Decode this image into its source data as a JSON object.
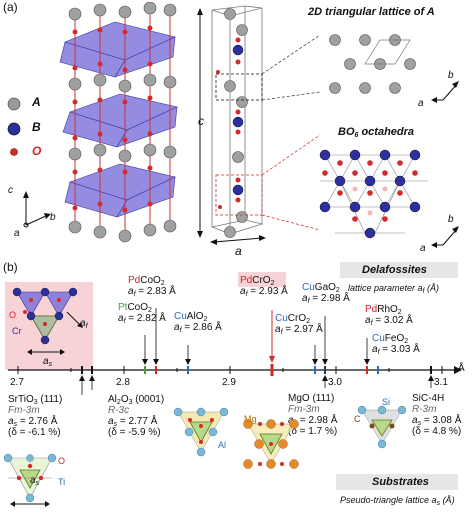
{
  "panel_a": {
    "label": "(a)",
    "legend": [
      {
        "symbol": "A",
        "color": "#8c8c8c"
      },
      {
        "symbol": "B",
        "color": "#2c2f9e"
      },
      {
        "symbol": "O",
        "color": "#d42a2a"
      }
    ],
    "axes_left": {
      "c": "c",
      "b": "b",
      "a": "a"
    },
    "cell_axes": {
      "c": "c",
      "a": "a"
    },
    "lattice_title": "2D triangular lattice of A",
    "lattice_axes": {
      "b": "b",
      "a": "a"
    },
    "octa_title_main": "BO",
    "octa_title_sub": "6",
    "octa_title_rest": " octahedra",
    "octa_axes": {
      "b": "b",
      "a": "a"
    }
  },
  "panel_b": {
    "label": "(b)",
    "delafossite_title": "Delafossites",
    "delafossite_sub": "lattice parameter a",
    "delafossite_sub_idx": "f",
    "delafossite_sub_unit": " (Å)",
    "substrate_title": "Substrates",
    "substrate_sub": "Pseudo-triangle lattice a",
    "substrate_sub_idx": "s",
    "substrate_sub_unit": " (Å)",
    "inset_labels": {
      "o": "O",
      "cr": "Cr",
      "af": "a",
      "af_sub": "f",
      "as": "a",
      "as_sub": "s"
    },
    "axis": {
      "ticks": [
        "2.7",
        "2.8",
        "2.9",
        "3.0",
        "3.1"
      ],
      "unit": "Å"
    },
    "delafossites": [
      {
        "pre": "Pt",
        "pre_color": "green",
        "post": "CoO",
        "sub": "2",
        "value": "a",
        "value_sub": "f",
        "value_text": " = 2.82 Å"
      },
      {
        "pre": "Pd",
        "pre_color": "red",
        "post": "CoO",
        "sub": "2",
        "value": "a",
        "value_sub": "f",
        "value_text": " = 2.83 Å"
      },
      {
        "pre": "Cu",
        "pre_color": "blue",
        "post": "AlO",
        "sub": "2",
        "value": "a",
        "value_sub": "f",
        "value_text": " = 2.86 Å"
      },
      {
        "pre": "Pd",
        "pre_color": "red",
        "post": "CrO",
        "sub": "2",
        "value": "a",
        "value_sub": "f",
        "value_text": " = 2.93 Å"
      },
      {
        "pre": "Cu",
        "pre_color": "blue",
        "post": "CrO",
        "sub": "2",
        "value": "a",
        "value_sub": "f",
        "value_text": " = 2.97 Å"
      },
      {
        "pre": "Cu",
        "pre_color": "blue",
        "post": "GaO",
        "sub": "2",
        "value": "a",
        "value_sub": "f",
        "value_text": " = 2.98 Å"
      },
      {
        "pre": "Pd",
        "pre_color": "red",
        "post": "RhO",
        "sub": "2",
        "value": "a",
        "value_sub": "f",
        "value_text": " = 3.02 Å"
      },
      {
        "pre": "Cu",
        "pre_color": "blue",
        "post": "FeO",
        "sub": "2",
        "value": "a",
        "value_sub": "f",
        "value_text": " = 3.03 Å"
      }
    ],
    "substrates": [
      {
        "name": "SrTiO",
        "sub": "3",
        "rest": " (111)",
        "group": "Fm-3m",
        "as_text": " = 2.76 Å",
        "delta": "(δ = -6.1 %)"
      },
      {
        "name": "Al",
        "sub": "2",
        "mid": "O",
        "sub2": "3",
        "rest": " (0001)",
        "group": "R-3c",
        "as_text": " = 2.77 Å",
        "delta": "(δ = -5.9 %)"
      },
      {
        "name": "MgO (111)",
        "group": "Fm-3m",
        "as_text": " = 2.98 Å",
        "delta": "(δ = 1.7 %)"
      },
      {
        "name": "SiC-4H",
        "group": "R-3m",
        "as_text": " = 3.08 Å",
        "delta": "(δ = 4.8 %)"
      }
    ],
    "substrate_inset_labels": {
      "sto": {
        "o": "O",
        "ti": "Ti",
        "a": "a",
        "a_sub": "s"
      },
      "al": {
        "al": "Al"
      },
      "mg": {
        "mg": "Mg"
      },
      "sic": {
        "c": "C",
        "si": "Si"
      }
    }
  }
}
